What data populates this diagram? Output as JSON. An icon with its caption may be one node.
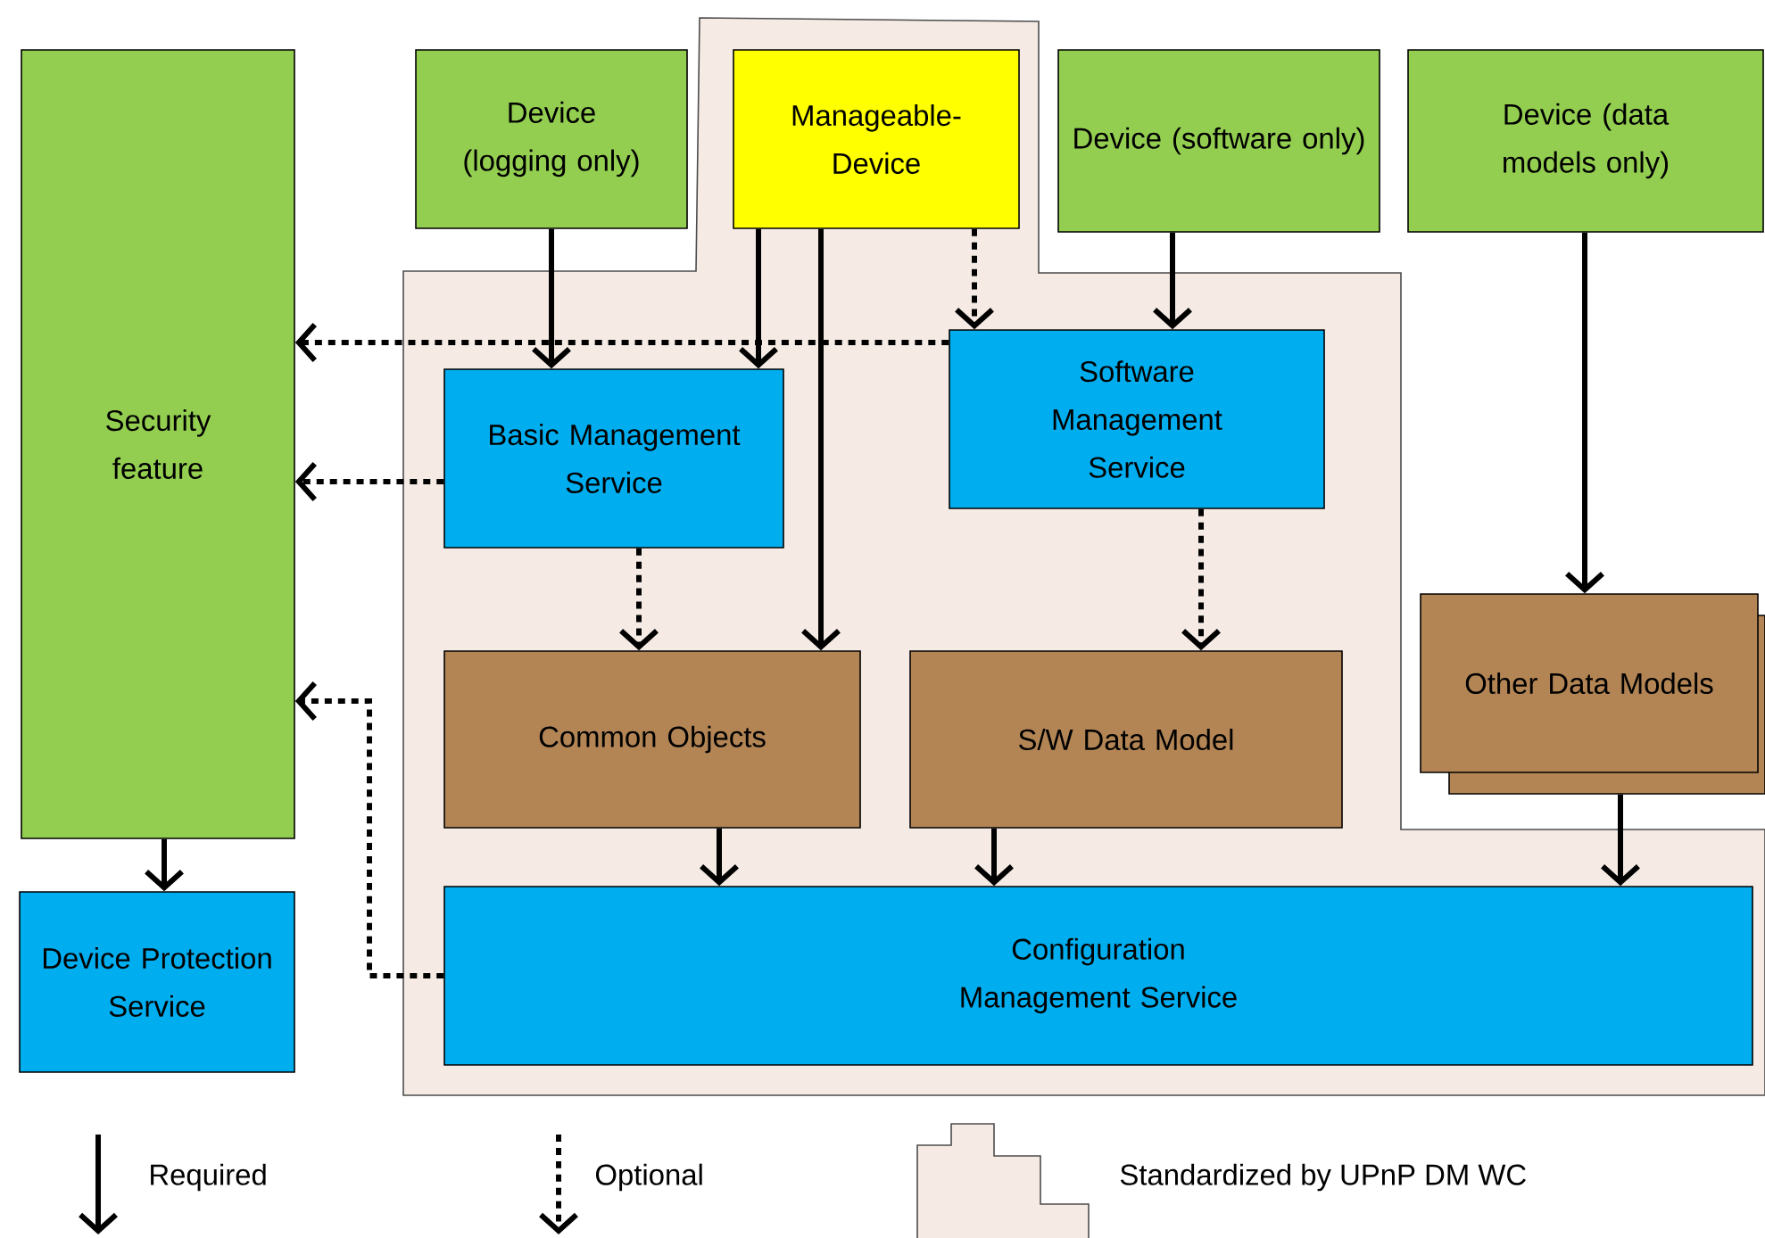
{
  "diagram": {
    "nodes": [
      {
        "text": [
          "Security feature"
        ]
      },
      {
        "text": [
          "Device (logging only)"
        ]
      },
      {
        "text": [
          "Manageable-Device"
        ]
      },
      {
        "text": [
          "Device (software only)"
        ]
      },
      {
        "text": [
          "Device (data models only)"
        ]
      },
      {
        "text": [
          "Basic Management Service"
        ]
      },
      {
        "text": [
          "Software Management Service"
        ]
      },
      {
        "text": [
          "Common Objects"
        ]
      },
      {
        "text": [
          "S/W Data Model"
        ]
      },
      {
        "text": [
          "Other Data Models"
        ]
      },
      {
        "text": [
          "Configuration Management Service"
        ]
      },
      {
        "text": [
          "Device Protection Service"
        ]
      }
    ],
    "edges": [
      {
        "from": 1,
        "to": 5,
        "arrow": "to"
      },
      {
        "from": 2,
        "to": 5,
        "arrow": "to"
      },
      {
        "from": 2,
        "to": 7,
        "arrow": "to"
      },
      {
        "from": 2,
        "to": 6,
        "arrow": "to",
        "style": "dashed"
      },
      {
        "from": 3,
        "to": 6,
        "arrow": "to"
      },
      {
        "from": 4,
        "to": 9,
        "arrow": "to"
      },
      {
        "from": 5,
        "to": 0,
        "arrow": "to",
        "style": "dashed"
      },
      {
        "from": 6,
        "to": 0,
        "arrow": "to",
        "style": "dashed"
      },
      {
        "from": 5,
        "to": 7,
        "arrow": "to",
        "style": "dashed"
      },
      {
        "from": 6,
        "to": 8,
        "arrow": "to",
        "style": "dashed"
      },
      {
        "from": 7,
        "to": 10,
        "arrow": "to"
      },
      {
        "from": 8,
        "to": 10,
        "arrow": "to"
      },
      {
        "from": 9,
        "to": 10,
        "arrow": "to"
      },
      {
        "from": 10,
        "to": 0,
        "arrow": "to",
        "style": "dashed"
      },
      {
        "from": 0,
        "to": 11,
        "arrow": "to"
      }
    ],
    "legend": [
      {
        "text": "Required"
      },
      {
        "text": "Optional"
      },
      {
        "text": "Standardized by UPnP DM WC"
      }
    ]
  }
}
